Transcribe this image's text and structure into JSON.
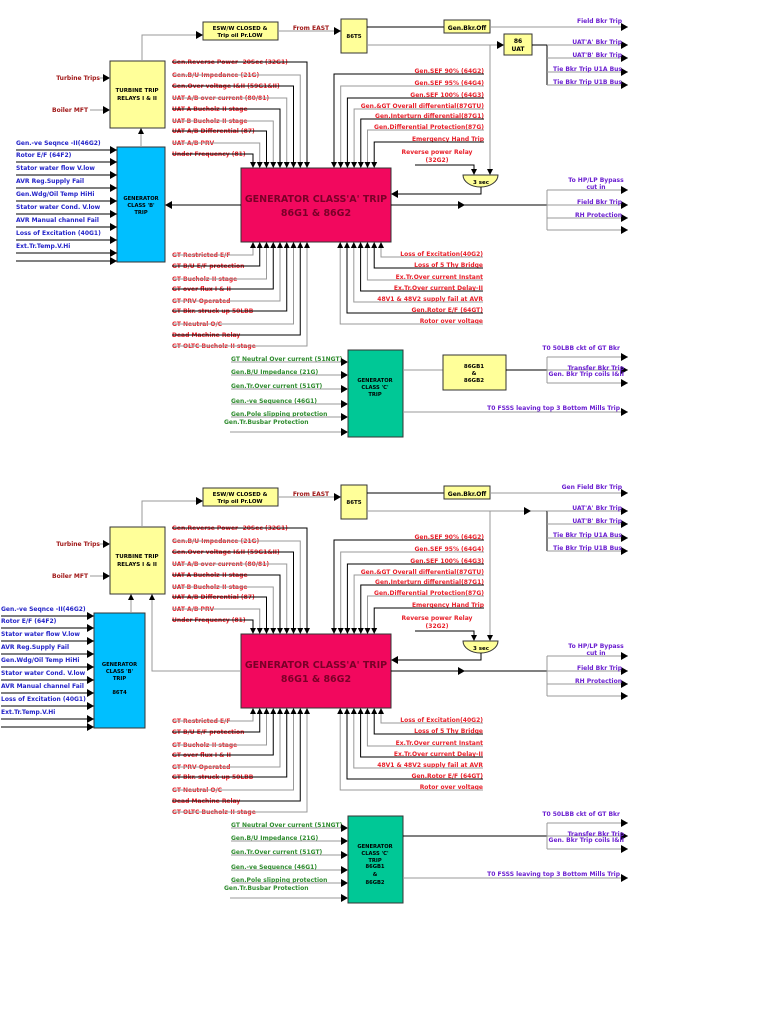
{
  "colors": {
    "class_a_fill": "#f2085e",
    "class_b_fill": "#00bfff",
    "class_c_fill": "#00c896",
    "relay_box_fill": "#ffff99",
    "red_label": "#e8202a",
    "blue_label": "#2323c8",
    "purple_label": "#6a1ed0",
    "green_label": "#2e8b2e",
    "class_a_text": "#7a0028"
  },
  "panels": [
    {
      "esw_box": [
        "ESW/W CLOSED &",
        "Trip oil Pr.LOW"
      ],
      "from_east": "From EAST",
      "t5_box": "86T5",
      "gen_bkr_off": "Gen.Bkr.Off",
      "uat_box": [
        "86",
        "UAT"
      ],
      "field_bkr_trip_top": "Field Bkr Trip",
      "uat_outputs": [
        "UAT'A' Bkr Trip",
        "UAT'B' Bkr Trip",
        "Tie Bkr Trip U1A Bus",
        "Tie Bkr Trip U1B Bus"
      ],
      "turbine_box": [
        "TURBINE TRIP",
        "RELAYS I & II"
      ],
      "turbine_inputs": [
        "Turbine Trips",
        "Boiler MFT"
      ],
      "class_b": [
        "GENERATOR",
        "CLASS 'B'",
        "TRIP",
        ""
      ],
      "class_b_inputs": [
        "Gen.-ve Seqnce -II(46G2)",
        "Rotor E/F (64F2)",
        "Stator water flow V.low",
        "AVR Reg.Supply Fail",
        "Gen.Wdg/Oil Temp HiHi",
        "Stator water Cond. V.low",
        "AVR Manual channel Fail",
        "Loss of Excitation (40G1)",
        "Ext.Tr.Temp.V.Hi"
      ],
      "class_a": [
        "GENERATOR CLASS'A' TRIP",
        "86G1 & 86G2"
      ],
      "a_top_left": [
        "Gen.Reverse Power -20Sec (32G1)",
        "Gen.B/U Impedance (21G)",
        "Gen.Over voltage I&II (59G1&II)",
        "UAT A/B over current (80/81)",
        "UAT-A Bucholz-II stage",
        "UAT-B Bucholz-II stage",
        "UAT A/B Differential (87)",
        "UAT A/B PRV",
        "Under Frequency (81)"
      ],
      "a_top_right": [
        "Gen.SEF 90% (64G2)",
        "Gen.SEF 95% (64G4)",
        "Gen.SEF 100% (64G3)",
        "Gen.&GT Overall differential(87GTU)",
        "Gen.Interturn differential(87G1)",
        "Gen.Differential Protection(87G)",
        "Emergency Hand Trip"
      ],
      "reverse_relay": [
        "Reverse power Relay",
        "(32G2)"
      ],
      "timer": "3 sec",
      "a_outputs": [
        "To HP/LP Bypass",
        "cut in",
        "Field Bkr Trip",
        "RH Protection"
      ],
      "a_bottom_left": [
        "GT Restricted E/F",
        "GT B/U E/F protection",
        "GT Bucholz-II stage",
        "GT over flux I & II",
        "GT PRV Operated",
        "GT Bkr. struck up 50LBB",
        "GT Neutral O/C",
        "Dead Machine Relay",
        "GT OLTC Bucholz-II stage"
      ],
      "a_bottom_right": [
        "Loss of Excitation(40G2)",
        "Loss of 5 Thy Bridge",
        "Ex.Tr.Over current Instant",
        "Ex.Tr.Over current Delay-II",
        "48V1 & 48V2 supply fail at AVR",
        "Gen.Rotor E/F (64GT)",
        "Rotor over voltage"
      ],
      "class_c": [
        "GENERATOR",
        "CLASS 'C'",
        "TRIP",
        "",
        "",
        ""
      ],
      "c_inputs": [
        "GT Neutral Over current (51NGT)",
        "Gen.B/U Impedance (21G)",
        "Gen.Tr.Over current (51GT)",
        "Gen.-ve Sequence (46G1)",
        "Gen.Pole slipping protection",
        "Gen.Tr.Busbar Protection"
      ],
      "gb_box": [
        "86GB1",
        "&",
        "86GB2"
      ],
      "c_outputs": [
        "T0 50LBB ckt of GT Bkr",
        "Transfer Bkr Trip",
        "Gen. Bkr Trip coils I&II"
      ],
      "fsss": "T0 FSSS leaving top 3 Bottom Mills Trip"
    },
    {
      "esw_box": [
        "ESW/W CLOSED &",
        "Trip oil Pr.LOW"
      ],
      "from_east": "From EAST",
      "t5_box": "86T5",
      "gen_bkr_off": "Gen.Bkr.Off",
      "uat_box": null,
      "field_bkr_trip_top": "Gen Field Bkr Trip",
      "uat_outputs": [
        "UAT'A' Bkr Trip",
        "UAT'B' Bkr Trip",
        "Tie Bkr Trip U1A Bus",
        "Tie Bkr Trip U1B Bus"
      ],
      "turbine_box": [
        "TURBINE TRIP",
        "RELAYS I & II"
      ],
      "turbine_inputs": [
        "Turbine Trips",
        "Boiler MFT"
      ],
      "class_b": [
        "GENERATOR",
        "CLASS 'B'",
        "TRIP",
        "86T4"
      ],
      "class_b_inputs": [
        "Gen.-ve Seqnce -II(46G2)",
        "Rotor E/F (64F2)",
        "Stator water flow V.low",
        "AVR Reg.Supply Fail",
        "Gen.Wdg/Oil Temp HiHi",
        "Stator water Cond. V.low",
        "AVR Manual channel Fail",
        "Loss of Excitation (40G1)",
        "Ext.Tr.Temp.V.Hi"
      ],
      "class_a": [
        "GENERATOR CLASS'A' TRIP",
        "86G1 & 86G2"
      ],
      "a_top_left": [
        "Gen.Reverse Power -20Sec (32G1)",
        "Gen.B/U Impedance (21G)",
        "Gen.Over voltage I&II (59G1&II)",
        "UAT A/B over current (80/81)",
        "UAT-A Bucholz-II stage",
        "UAT-B Bucholz-II stage",
        "UAT A/B Differential (87)",
        "UAT A/B PRV",
        "Under Frequency (81)"
      ],
      "a_top_right": [
        "Gen.SEF 90% (64G2)",
        "Gen.SEF 95% (64G4)",
        "Gen.SEF 100% (64G3)",
        "Gen.&GT Overall differential(87GTU)",
        "Gen.Interturn differential(87G1)",
        "Gen.Differential Protection(87G)",
        "Emergency Hand Trip"
      ],
      "reverse_relay": [
        "Reverse power Relay",
        "(32G2)"
      ],
      "timer": "3 sec",
      "a_outputs": [
        "To HP/LP Bypass",
        "cut in",
        "Field Bkr Trip",
        "RH Protection"
      ],
      "a_bottom_left": [
        "GT Restricted E/F",
        "GT B/U E/F protection",
        "GT Bucholz-II stage",
        "GT over flux I & II",
        "GT PRV Operated",
        "GT Bkr. struck up 50LBB",
        "GT Neutral O/C",
        "Dead Machine Relay",
        "GT OLTC Bucholz-II stage"
      ],
      "a_bottom_right": [
        "Loss of Excitation(40G2)",
        "Loss of 5 Thy Bridge",
        "Ex.Tr.Over current Instant",
        "Ex.Tr.Over current Delay-II",
        "48V1 & 48V2 supply fail at AVR",
        "Gen.Rotor E/F (64GT)",
        "Rotor over voltage"
      ],
      "class_c": [
        "GENERATOR",
        "CLASS 'C'",
        "TRIP",
        "86GB1",
        "&",
        "86GB2"
      ],
      "c_inputs": [
        "GT Neutral Over current (51NGT)",
        "Gen.B/U Impedance (21G)",
        "Gen.Tr.Over current (51GT)",
        "Gen.-ve Sequence (46G1)",
        "Gen.Pole slipping protection",
        "Gen.Tr.Busbar Protection"
      ],
      "gb_box": null,
      "c_outputs": [
        "T0 50LBB ckt of GT Bkr",
        "Transfer Bkr Trip",
        "Gen. Bkr Trip coils I&II"
      ],
      "fsss": "T0 FSSS leaving top 3 Bottom Mills Trip"
    }
  ]
}
